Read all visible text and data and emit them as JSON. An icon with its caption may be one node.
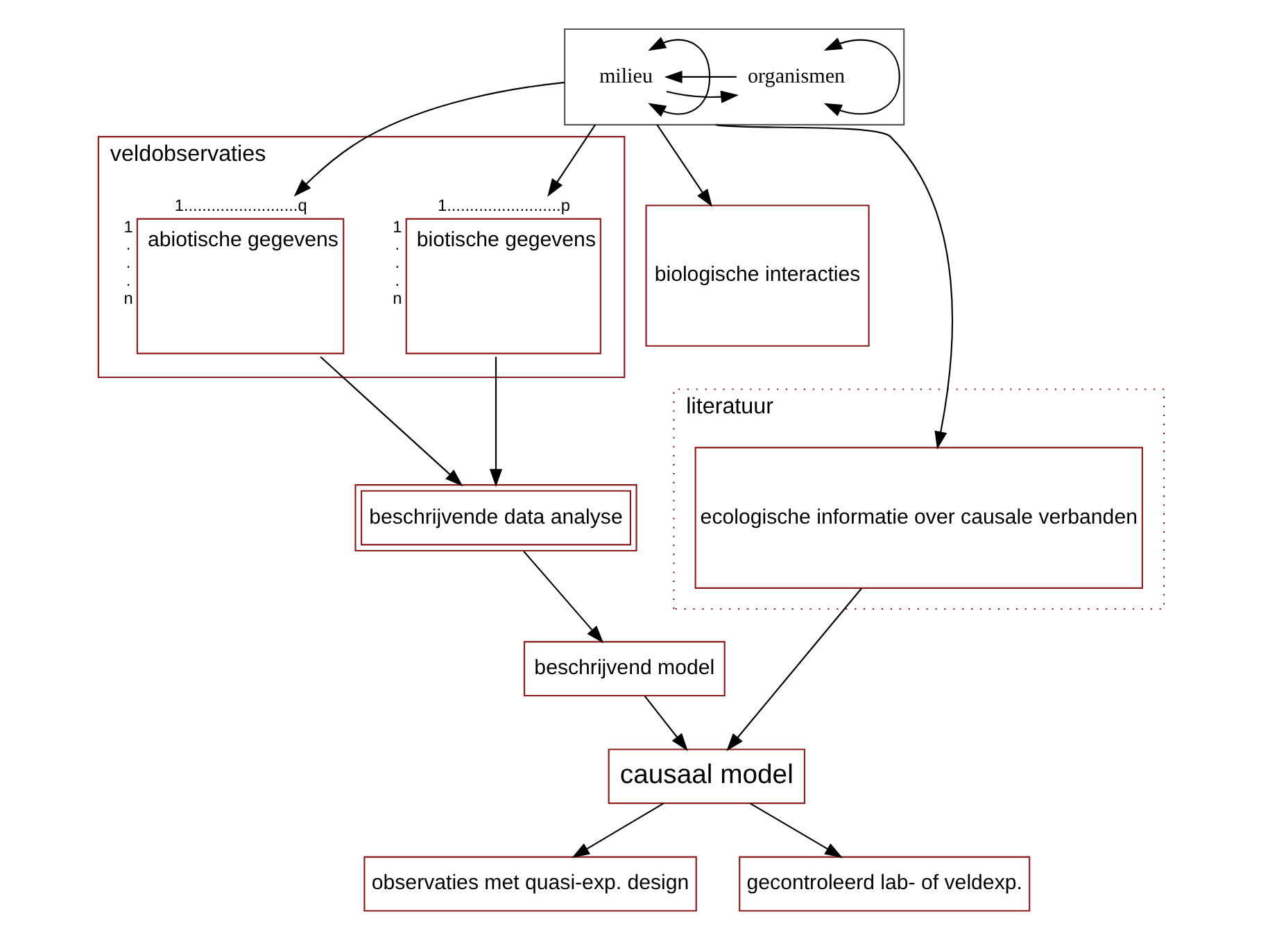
{
  "diagram": {
    "nodes": [
      {
        "text": [],
        "shape": "box"
      },
      {
        "text": [
          "milieu"
        ],
        "in": 0
      },
      {
        "text": [
          "organismen"
        ],
        "in": 0
      },
      {
        "text": [
          "veldobservaties"
        ]
      },
      {
        "text": [
          "abiotische gegevens"
        ],
        "in": 3,
        "beside": [
          "1.........................q",
          "1 . . . n"
        ]
      },
      {
        "text": [
          "biotische gegevens"
        ],
        "in": 3,
        "beside": [
          "1.........................p",
          "1 . . . n"
        ]
      },
      {
        "text": [
          "biologische interacties"
        ]
      },
      {
        "text": [
          "literatuur"
        ]
      },
      {
        "text": [
          "ecologische informatie over causale verbanden"
        ],
        "in": 7
      },
      {
        "text": [
          "beschrijvende data analyse"
        ]
      },
      {
        "text": [
          "beschrijvend model"
        ]
      },
      {
        "text": [
          "causaal model"
        ]
      },
      {
        "text": [
          "observaties met quasi-exp. design"
        ]
      },
      {
        "text": [
          "gecontroleerd lab- of veldexp."
        ]
      }
    ],
    "edges": [
      {
        "from": 1,
        "to": 1,
        "arrow": "both"
      },
      {
        "from": 2,
        "to": 2,
        "arrow": "both"
      },
      {
        "from": 1,
        "to": 2,
        "arrow": "to"
      },
      {
        "from": 2,
        "to": 1,
        "arrow": "to"
      },
      {
        "from": 0,
        "to": 4,
        "arrow": "to"
      },
      {
        "from": 0,
        "to": 5,
        "arrow": "to"
      },
      {
        "from": 0,
        "to": 6,
        "arrow": "to"
      },
      {
        "from": 0,
        "to": 8,
        "arrow": "to"
      },
      {
        "from": 4,
        "to": 9,
        "arrow": "to"
      },
      {
        "from": 5,
        "to": 9,
        "arrow": "to"
      },
      {
        "from": 9,
        "to": 10,
        "arrow": "to"
      },
      {
        "from": 10,
        "to": 11,
        "arrow": "to"
      },
      {
        "from": 8,
        "to": 11,
        "arrow": "to"
      },
      {
        "from": 11,
        "to": 12,
        "arrow": "to"
      },
      {
        "from": 11,
        "to": 13,
        "arrow": "to"
      }
    ]
  }
}
